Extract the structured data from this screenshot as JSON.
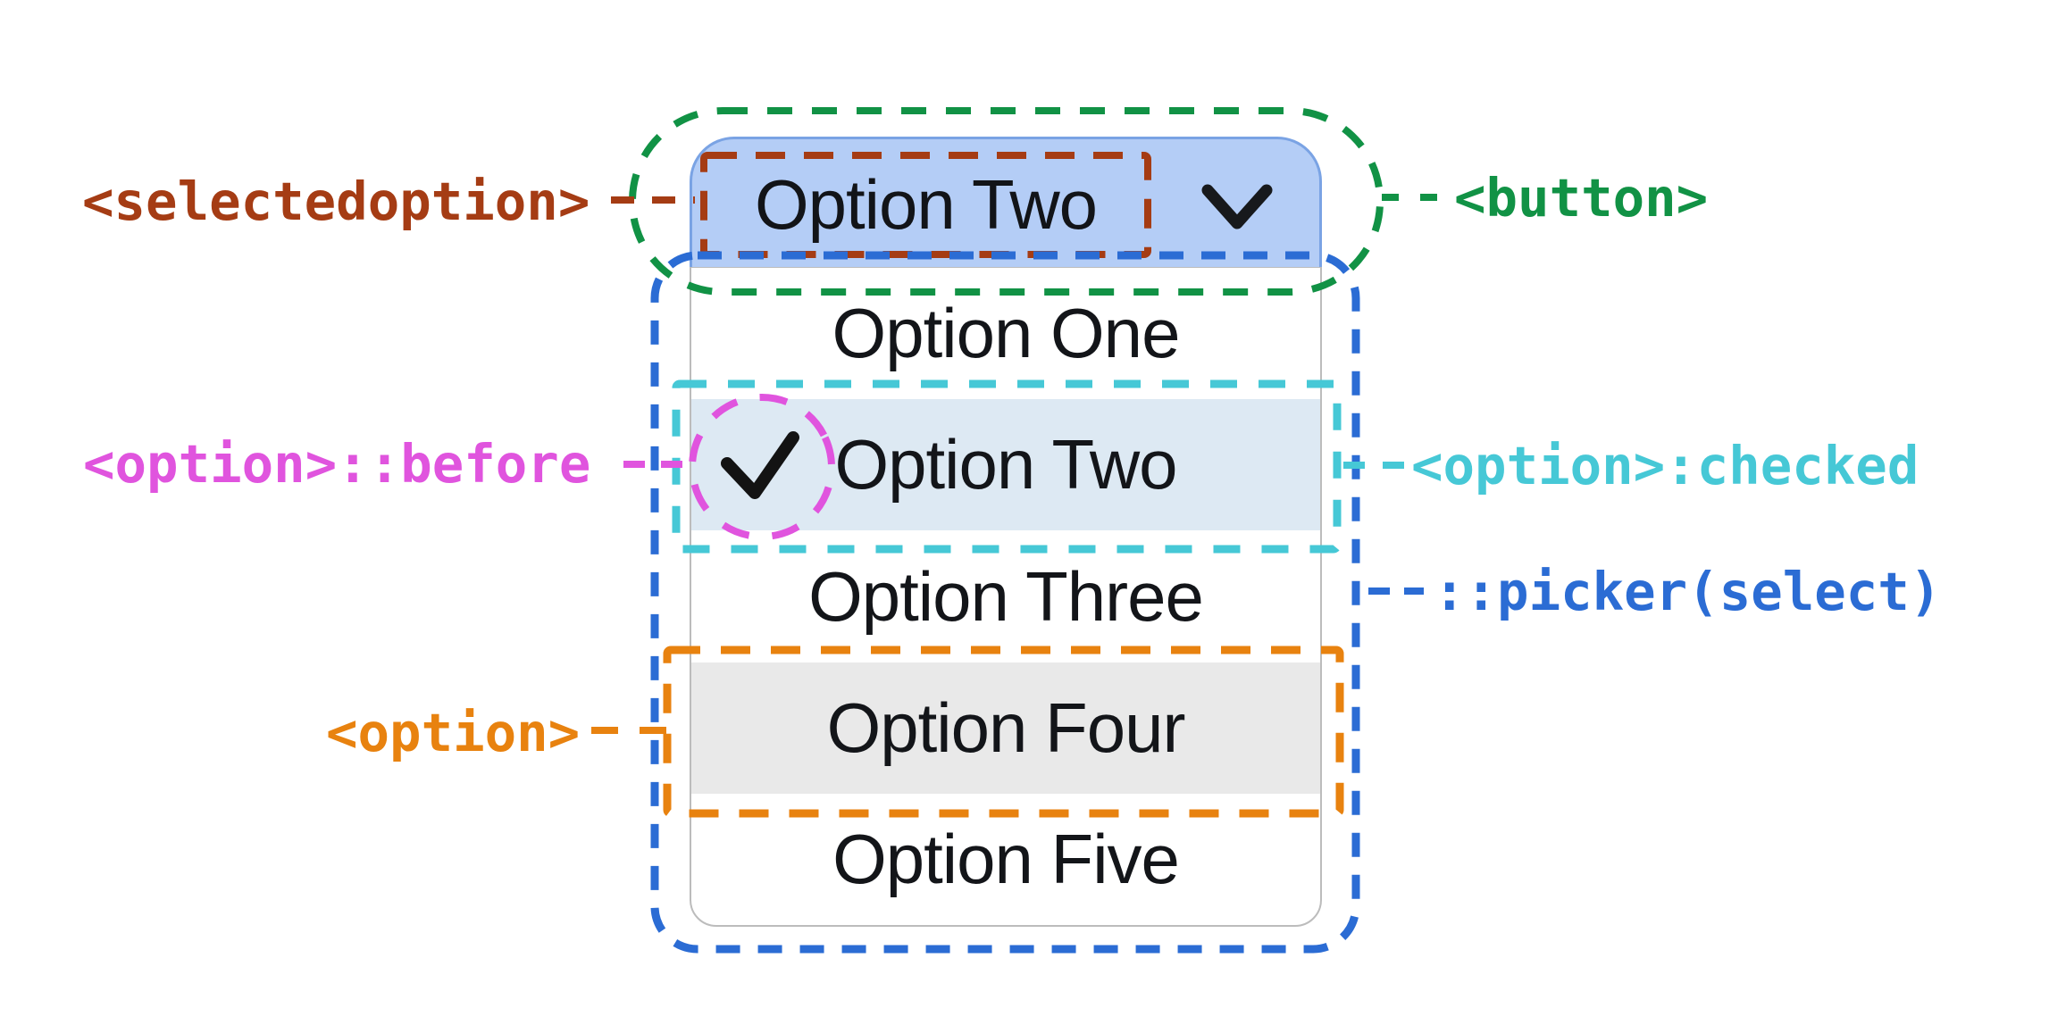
{
  "figure": {
    "description": "Annotated diagram of a customizable select element: button with selected option and chevron, open picker with five options",
    "background": "#ffffff"
  },
  "select": {
    "button": {
      "label": "Option Two",
      "icon": "chevron-down-icon",
      "fill": "#b4cdf6",
      "border": "#7aa3e4"
    },
    "picker": {
      "border": "#bcbcbc",
      "options": [
        {
          "label": "Option One",
          "checked": false,
          "background": "#ffffff"
        },
        {
          "label": "Option Two",
          "checked": true,
          "background": "#dde9f3"
        },
        {
          "label": "Option Three",
          "checked": false,
          "background": "#ffffff"
        },
        {
          "label": "Option Four",
          "checked": false,
          "background": "#e9e9e9"
        },
        {
          "label": "Option Five",
          "checked": false,
          "background": "#ffffff"
        }
      ]
    }
  },
  "annotations": {
    "selectedoption": {
      "label": "<selectedoption>",
      "color": "#a53c14",
      "side": "left"
    },
    "button": {
      "label": "<button>",
      "color": "#119245",
      "side": "right"
    },
    "option_before": {
      "label": "<option>::before",
      "color": "#e054de",
      "side": "left"
    },
    "option_checked": {
      "label": "<option>:checked",
      "color": "#46c8d6",
      "side": "right"
    },
    "picker": {
      "label": "::picker(select)",
      "color": "#2b6cd4",
      "side": "right"
    },
    "option": {
      "label": "<option>",
      "color": "#e8820f",
      "side": "left"
    }
  }
}
